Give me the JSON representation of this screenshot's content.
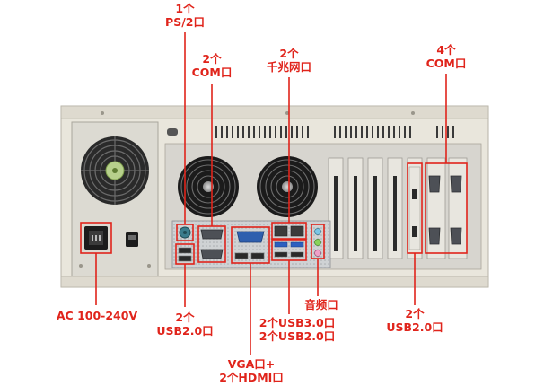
{
  "labels": {
    "ps2": {
      "line1": "1个",
      "line2": "PS/2口"
    },
    "com_left": {
      "line1": "2个",
      "line2": "COM口"
    },
    "lan": {
      "line1": "2个",
      "line2": "千兆网口"
    },
    "com_right": {
      "line1": "4个",
      "line2": "COM口"
    },
    "ac": {
      "text": "AC 100-240V"
    },
    "usb_left": {
      "line1": "2个",
      "line2": "USB2.0口"
    },
    "audio": {
      "text": "音频口"
    },
    "usb_mid": {
      "line1": "2个USB3.0口",
      "line2": "2个USB2.0口"
    },
    "usb_right": {
      "line1": "2个",
      "line2": "USB2.0口"
    },
    "vga": {
      "line1": "VGA口+",
      "line2": "2个HDMI口"
    }
  },
  "colors": {
    "accent": "#e0241b",
    "chassis": "#e9e6dc",
    "io_shield": "#b9bcbf",
    "fan_grille": "#1b1b1b"
  }
}
